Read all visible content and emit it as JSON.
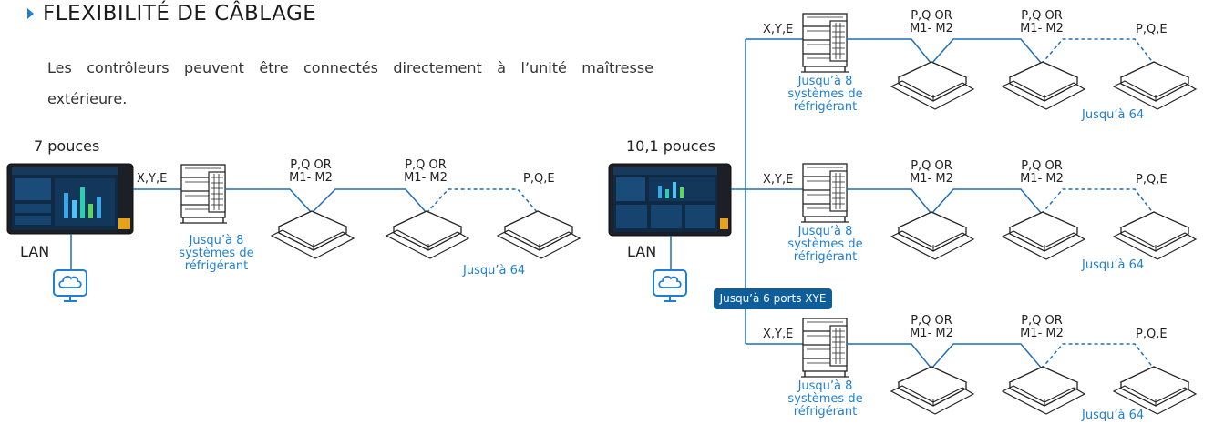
{
  "title": "FLEXIBILITÉ DE CÂBLAGE",
  "description": "Les contrôleurs peuvent être connectés directement à l’unité maîtresse extérieure.",
  "left": {
    "controller_label": "7 pouces",
    "lan_label": "LAN",
    "bus_label": "X,Y,E",
    "outdoor_caption": "Jusqu’à 8 systèmes de réfrigérant",
    "link1": "P,Q OR M1- M2",
    "link2": "P,Q OR M1- M2",
    "link3": "P,Q,E",
    "indoor_caption": "Jusqu’à 64"
  },
  "right": {
    "controller_label": "10,1 pouces",
    "lan_label": "LAN",
    "ports_badge": "Jusqu’à 6 ports XYE",
    "rows": [
      {
        "bus_label": "X,Y,E",
        "outdoor_caption": "Jusqu’à 8 systèmes de réfrigérant",
        "link1": "P,Q OR M1- M2",
        "link2": "P,Q OR M1- M2",
        "link3": "P,Q,E",
        "indoor_caption": "Jusqu’à 64"
      },
      {
        "bus_label": "X,Y,E",
        "outdoor_caption": "Jusqu’à 8 systèmes de réfrigérant",
        "link1": "P,Q OR M1- M2",
        "link2": "P,Q OR M1- M2",
        "link3": "P,Q,E",
        "indoor_caption": "Jusqu’à 64"
      },
      {
        "bus_label": "X,Y,E",
        "outdoor_caption": "Jusqu’à 8 systèmes de réfrigérant",
        "link1": "P,Q OR M1- M2",
        "link2": "P,Q OR M1- M2",
        "link3": "P,Q,E",
        "indoor_caption": "Jusqu’à 64"
      }
    ]
  },
  "colors": {
    "accent": "#1f7fd1",
    "badge": "#0d5e9b",
    "line": "#1f6fb8",
    "unit": "#222222"
  }
}
